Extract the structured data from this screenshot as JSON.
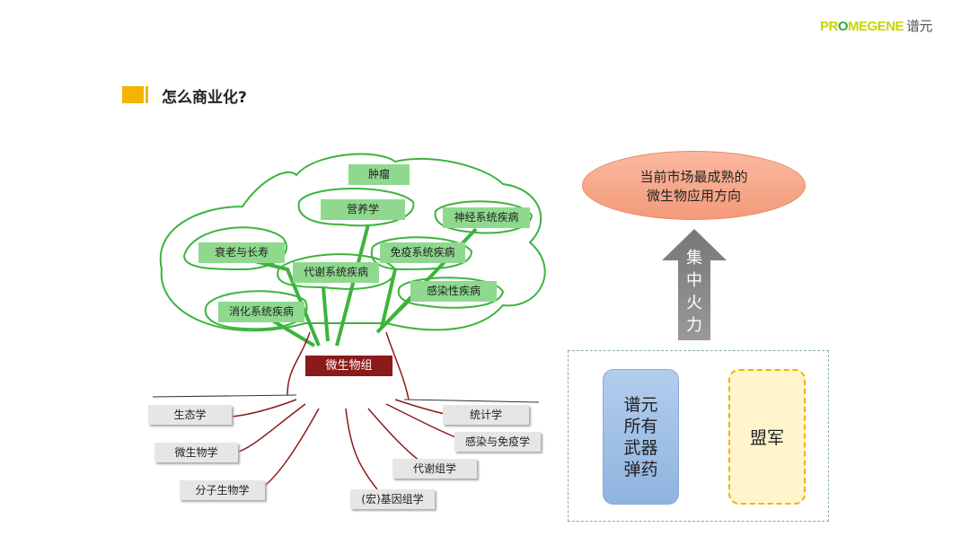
{
  "logo": {
    "brand_a": "PR",
    "brand_b": "O",
    "brand_c": "MEGENE",
    "cn": "谱元"
  },
  "title": "怎么商业化?",
  "tree": {
    "leaves": [
      "肿瘤",
      "营养学",
      "神经系统疾病",
      "衰老与长寿",
      "免疫系统疾病",
      "代谢系统疾病",
      "感染性疾病",
      "消化系统疾病"
    ],
    "trunk": "微生物组",
    "roots": [
      "生态学",
      "微生物学",
      "分子生物学",
      "(宏)基因组学",
      "代谢组学",
      "感染与免疫学",
      "统计学"
    ]
  },
  "goal": {
    "line1": "当前市场最成熟的",
    "line2": "微生物应用方向"
  },
  "arrow": [
    "集",
    "中",
    "火",
    "力"
  ],
  "own": [
    "谱元",
    "所有",
    "武器",
    "弹药"
  ],
  "ally": "盟军",
  "colors": {
    "accent": "#f5b400",
    "leaf": "#8fd98f",
    "trunk": "#8b1a1a"
  }
}
